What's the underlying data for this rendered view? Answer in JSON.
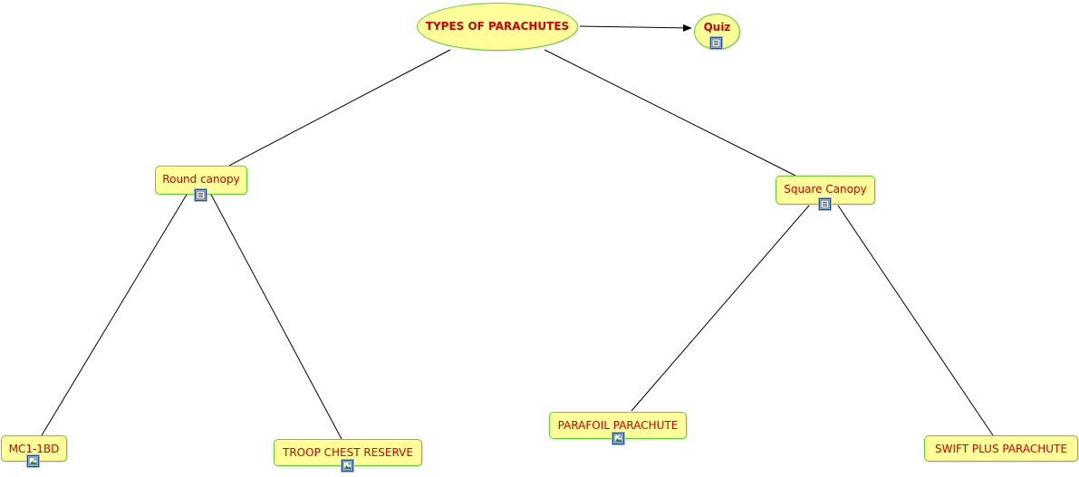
{
  "diagram": {
    "type": "concept-map",
    "colors": {
      "node_fill": "#ffff99",
      "node_border": "#66cc33",
      "node_text": "#cc0000",
      "link_line": "#000000"
    },
    "nodes": {
      "root": {
        "label": "TYPES OF PARACHUTES"
      },
      "quiz": {
        "label": "Quiz",
        "resource_icon": "document-icon"
      },
      "round": {
        "label": "Round canopy",
        "resource_icon": "document-icon"
      },
      "square": {
        "label": "Square Canopy",
        "resource_icon": "document-icon"
      },
      "mc1": {
        "label": "MC1-1BD",
        "resource_icon": "image-icon"
      },
      "troop": {
        "label": "TROOP CHEST RESERVE",
        "resource_icon": "image-icon"
      },
      "parafoil": {
        "label": "PARAFOIL PARACHUTE",
        "resource_icon": "image-icon"
      },
      "swift": {
        "label": "SWIFT PLUS PARACHUTE"
      }
    },
    "links": [
      {
        "from": "root",
        "to": "quiz",
        "arrow": true
      },
      {
        "from": "root",
        "to": "round",
        "arrow": false
      },
      {
        "from": "root",
        "to": "square",
        "arrow": false
      },
      {
        "from": "round",
        "to": "mc1",
        "arrow": false
      },
      {
        "from": "round",
        "to": "troop",
        "arrow": false
      },
      {
        "from": "square",
        "to": "parafoil",
        "arrow": false
      },
      {
        "from": "square",
        "to": "swift",
        "arrow": false
      }
    ]
  }
}
